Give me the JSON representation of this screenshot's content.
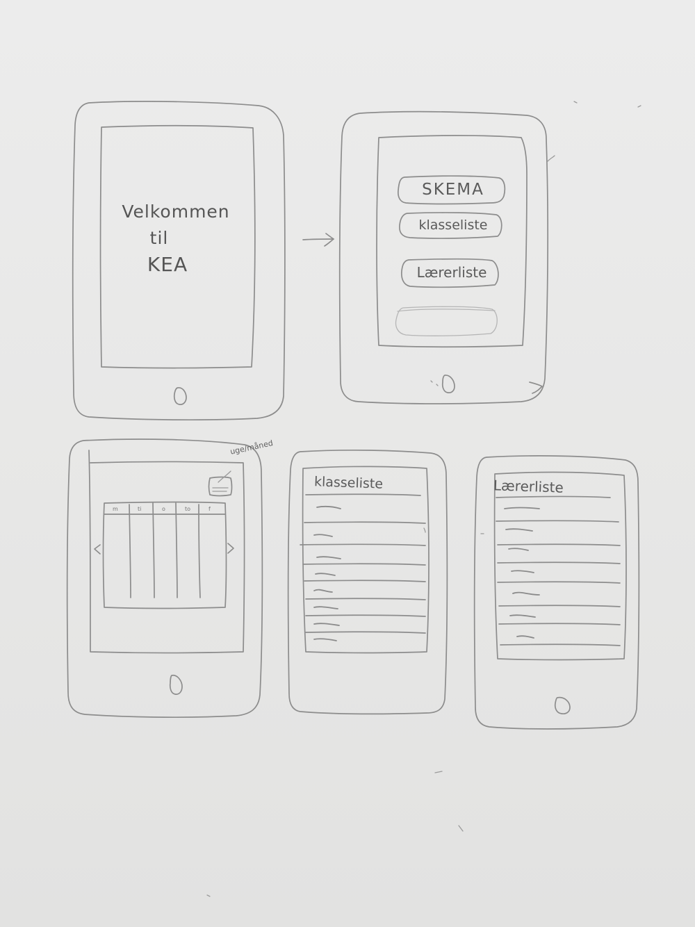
{
  "sketch": {
    "welcome_screen": {
      "line1": "Velkommen",
      "line2": "til",
      "line3": "KEA"
    },
    "menu_screen": {
      "buttons": [
        "SKEMA",
        "klasseliste",
        "Lærerliste"
      ]
    },
    "schedule_screen": {
      "toggle_label": "uge/måned",
      "day_headers": [
        "m",
        "ti",
        "o",
        "to",
        "f"
      ]
    },
    "class_list_screen": {
      "title": "klasseliste"
    },
    "teacher_list_screen": {
      "title": "Lærerliste"
    }
  }
}
